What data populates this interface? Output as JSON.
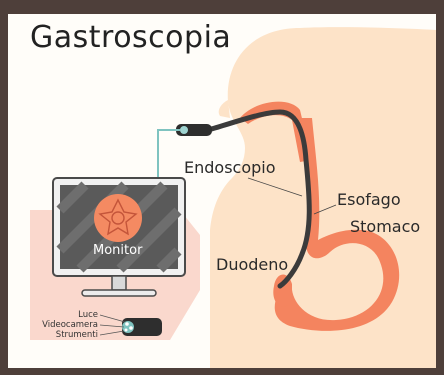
{
  "title": "Gastroscopia",
  "monitor_label": "Monitor",
  "labels": {
    "endoscopio": "Endoscopio",
    "esofago": "Esofago",
    "stomaco": "Stomaco",
    "duodeno": "Duodeno"
  },
  "tip_labels": [
    "Luce",
    "Videocamera",
    "Strumenti"
  ],
  "colors": {
    "frame": "#4e3f3a",
    "background": "#fffdf9",
    "silhouette": "#fde3c8",
    "organ": "#f4845f",
    "scope": "#3b3b3b",
    "cable": "#7fc3c0",
    "panel": "#f8cbbe"
  }
}
